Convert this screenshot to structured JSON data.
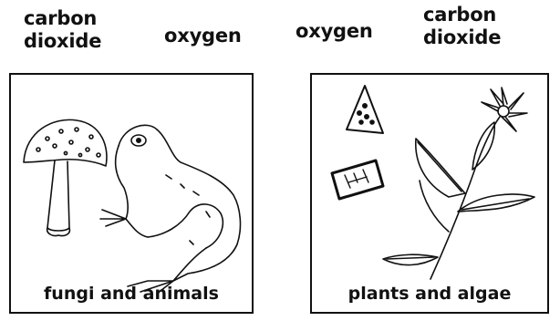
{
  "labels": {
    "left_co2_line1": "carbon",
    "left_co2_line2": "dioxide",
    "left_oxygen": "oxygen",
    "right_oxygen": "oxygen",
    "right_co2_line1": "carbon",
    "right_co2_line2": "dioxide"
  },
  "panels": {
    "left": {
      "caption": "fungi and animals"
    },
    "right": {
      "caption": "plants and algae"
    }
  },
  "icons": {
    "left": [
      "mushroom-icon",
      "frog-icon"
    ],
    "right": [
      "algae-triangle-icon",
      "algae-rectangle-icon",
      "flowering-plant-icon"
    ]
  }
}
